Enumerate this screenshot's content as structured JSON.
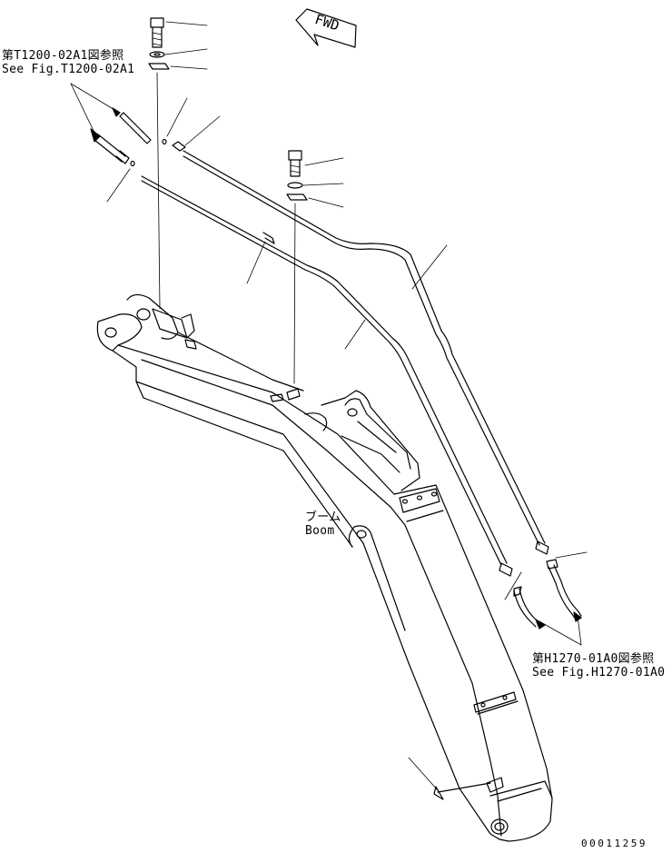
{
  "direction_marker": {
    "text": "FWD"
  },
  "references": [
    {
      "id": "ref-t1200",
      "jp": "第T1200-02A1図参照",
      "en": "See Fig.T1200-02A1"
    },
    {
      "id": "ref-h1270",
      "jp": "第H1270-01A0図参照",
      "en": "See Fig.H1270-01A0"
    }
  ],
  "part_label": {
    "jp": "ブーム",
    "en": "Boom"
  },
  "document_number": "00011259",
  "colors": {
    "line": "#000000",
    "background": "#ffffff"
  }
}
